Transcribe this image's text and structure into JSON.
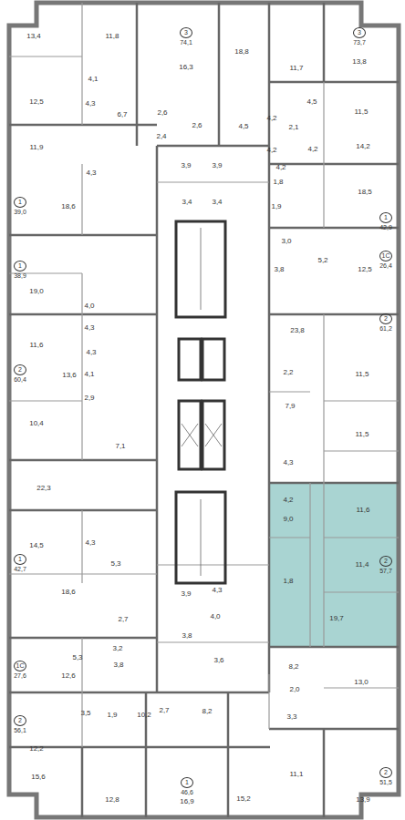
{
  "diagram": {
    "nodes": [
      {
        "text": [
          "3",
          "74,1"
        ]
      },
      {
        "text": [
          "3",
          "73,7"
        ]
      },
      {
        "text": [
          "1",
          "39,0"
        ]
      },
      {
        "text": [
          "1",
          "42,9"
        ]
      },
      {
        "text": [
          "1С",
          "26,4"
        ]
      },
      {
        "text": [
          "1",
          "38,9"
        ]
      },
      {
        "text": [
          "2",
          "61,2"
        ]
      },
      {
        "text": [
          "2",
          "60,4"
        ]
      },
      {
        "text": [
          "2",
          "57,7"
        ]
      },
      {
        "text": [
          "1",
          "42,7"
        ]
      },
      {
        "text": [
          "1С",
          "27,6"
        ]
      },
      {
        "text": [
          "2",
          "56,1"
        ]
      },
      {
        "text": [
          "2",
          "51,5"
        ]
      },
      {
        "text": [
          "1",
          "46,6"
        ]
      }
    ],
    "labels": [
      "13,4",
      "11,8",
      "16,3",
      "18,8",
      "11,7",
      "13,8",
      "4,1",
      "4,5",
      "12,5",
      "4,3",
      "6,7",
      "11,5",
      "4,2",
      "2,6",
      "2,4",
      "2,6",
      "4,5",
      "4,2",
      "2,1",
      "11,9",
      "4,2",
      "4,2",
      "14,2",
      "3,9",
      "3,9",
      "4,3",
      "1,8",
      "18,6",
      "3,4",
      "3,4",
      "1,9",
      "18,5",
      "19,0",
      "3,0",
      "4,0",
      "5,2",
      "3,8",
      "12,5",
      "4,3",
      "11,6",
      "23,8",
      "4,3",
      "13,6",
      "4,1",
      "2,2",
      "11,5",
      "2,9",
      "7,9",
      "10,4",
      "11,5",
      "7,1",
      "4,3",
      "22,3",
      "4,2",
      "11,6",
      "9,0",
      "14,5",
      "4,3",
      "5,3",
      "11,4",
      "1,8",
      "18,6",
      "3,9",
      "4,3",
      "19,7",
      "4,0",
      "2,7",
      "3,8",
      "3,2",
      "5,3",
      "3,8",
      "12,6",
      "3,6",
      "8,2",
      "2,0",
      "13,0",
      "3,5",
      "1,9",
      "10,2",
      "2,7",
      "8,2",
      "3,3",
      "12,2",
      "11,1",
      "15,6",
      "12,8",
      "16,9",
      "15,2",
      "13,9"
    ]
  }
}
